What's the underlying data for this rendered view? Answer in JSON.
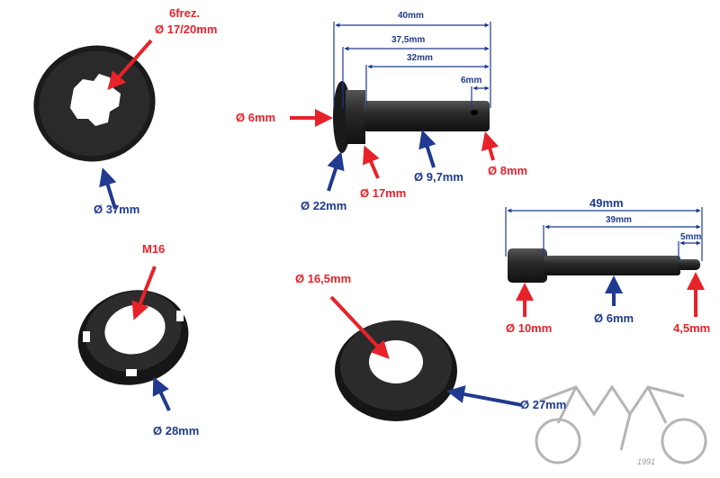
{
  "washer_a": {
    "teeth_label": "6frez.",
    "inner_label": "Ø 17/20mm",
    "outer_label": "Ø 37mm"
  },
  "nut": {
    "thread_label": "M16",
    "outer_label": "Ø 28mm"
  },
  "washer_b": {
    "inner_label": "Ø 16,5mm",
    "outer_label": "Ø 27mm"
  },
  "shaft_a": {
    "len_total": "40mm",
    "len_2": "37,5mm",
    "len_3": "32mm",
    "len_4": "6mm",
    "left_label": "Ø 6mm",
    "flange_label": "Ø 22mm",
    "collar_label": "Ø 17mm",
    "body_label": "Ø 9,7mm",
    "tip_label": "Ø 8mm"
  },
  "pin_b": {
    "len_total": "49mm",
    "len_2": "39mm",
    "len_3": "5mm",
    "head_label": "Ø 10mm",
    "body_label": "Ø 6mm",
    "tip_label": "4,5mm"
  },
  "logo": {
    "year": "1991"
  },
  "colors": {
    "red": "#e8222a",
    "blue": "#1f3a8f"
  }
}
